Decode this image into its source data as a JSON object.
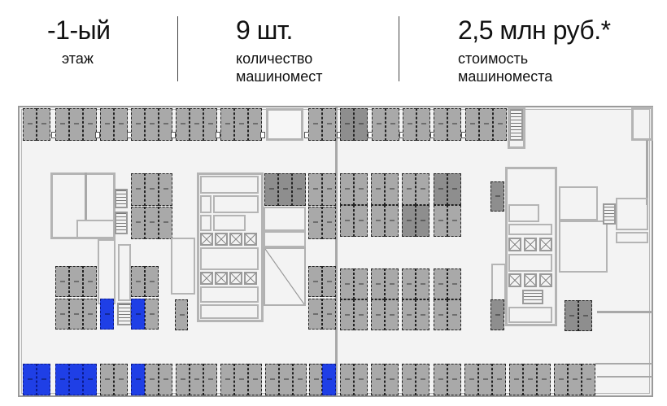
{
  "header": {
    "stats": [
      {
        "value": "-1-ый",
        "label_lines": [
          "этаж"
        ]
      },
      {
        "value": "9 шт.",
        "label_lines": [
          "количество",
          "машиномест"
        ]
      },
      {
        "value": "2,5 млн руб.*",
        "label_lines": [
          "стоимость",
          "машиноместа"
        ]
      }
    ]
  },
  "floor_plan": {
    "floor": "-1",
    "available_count": 9,
    "legend_colors": {
      "available": "#1f3fe6",
      "occupied": "#a9a9a9",
      "background": "#f3f3f3"
    },
    "spots_summary": {
      "available_locations": [
        "bottom row spot 1",
        "bottom row spot 2",
        "bottom row spot 3",
        "bottom row spot 4",
        "bottom row spot 5",
        "bottom row spot 8",
        "bottom row spot 21",
        "lower-left block spot near stair (left)",
        "lower-left block spot near stair (right)"
      ]
    }
  }
}
